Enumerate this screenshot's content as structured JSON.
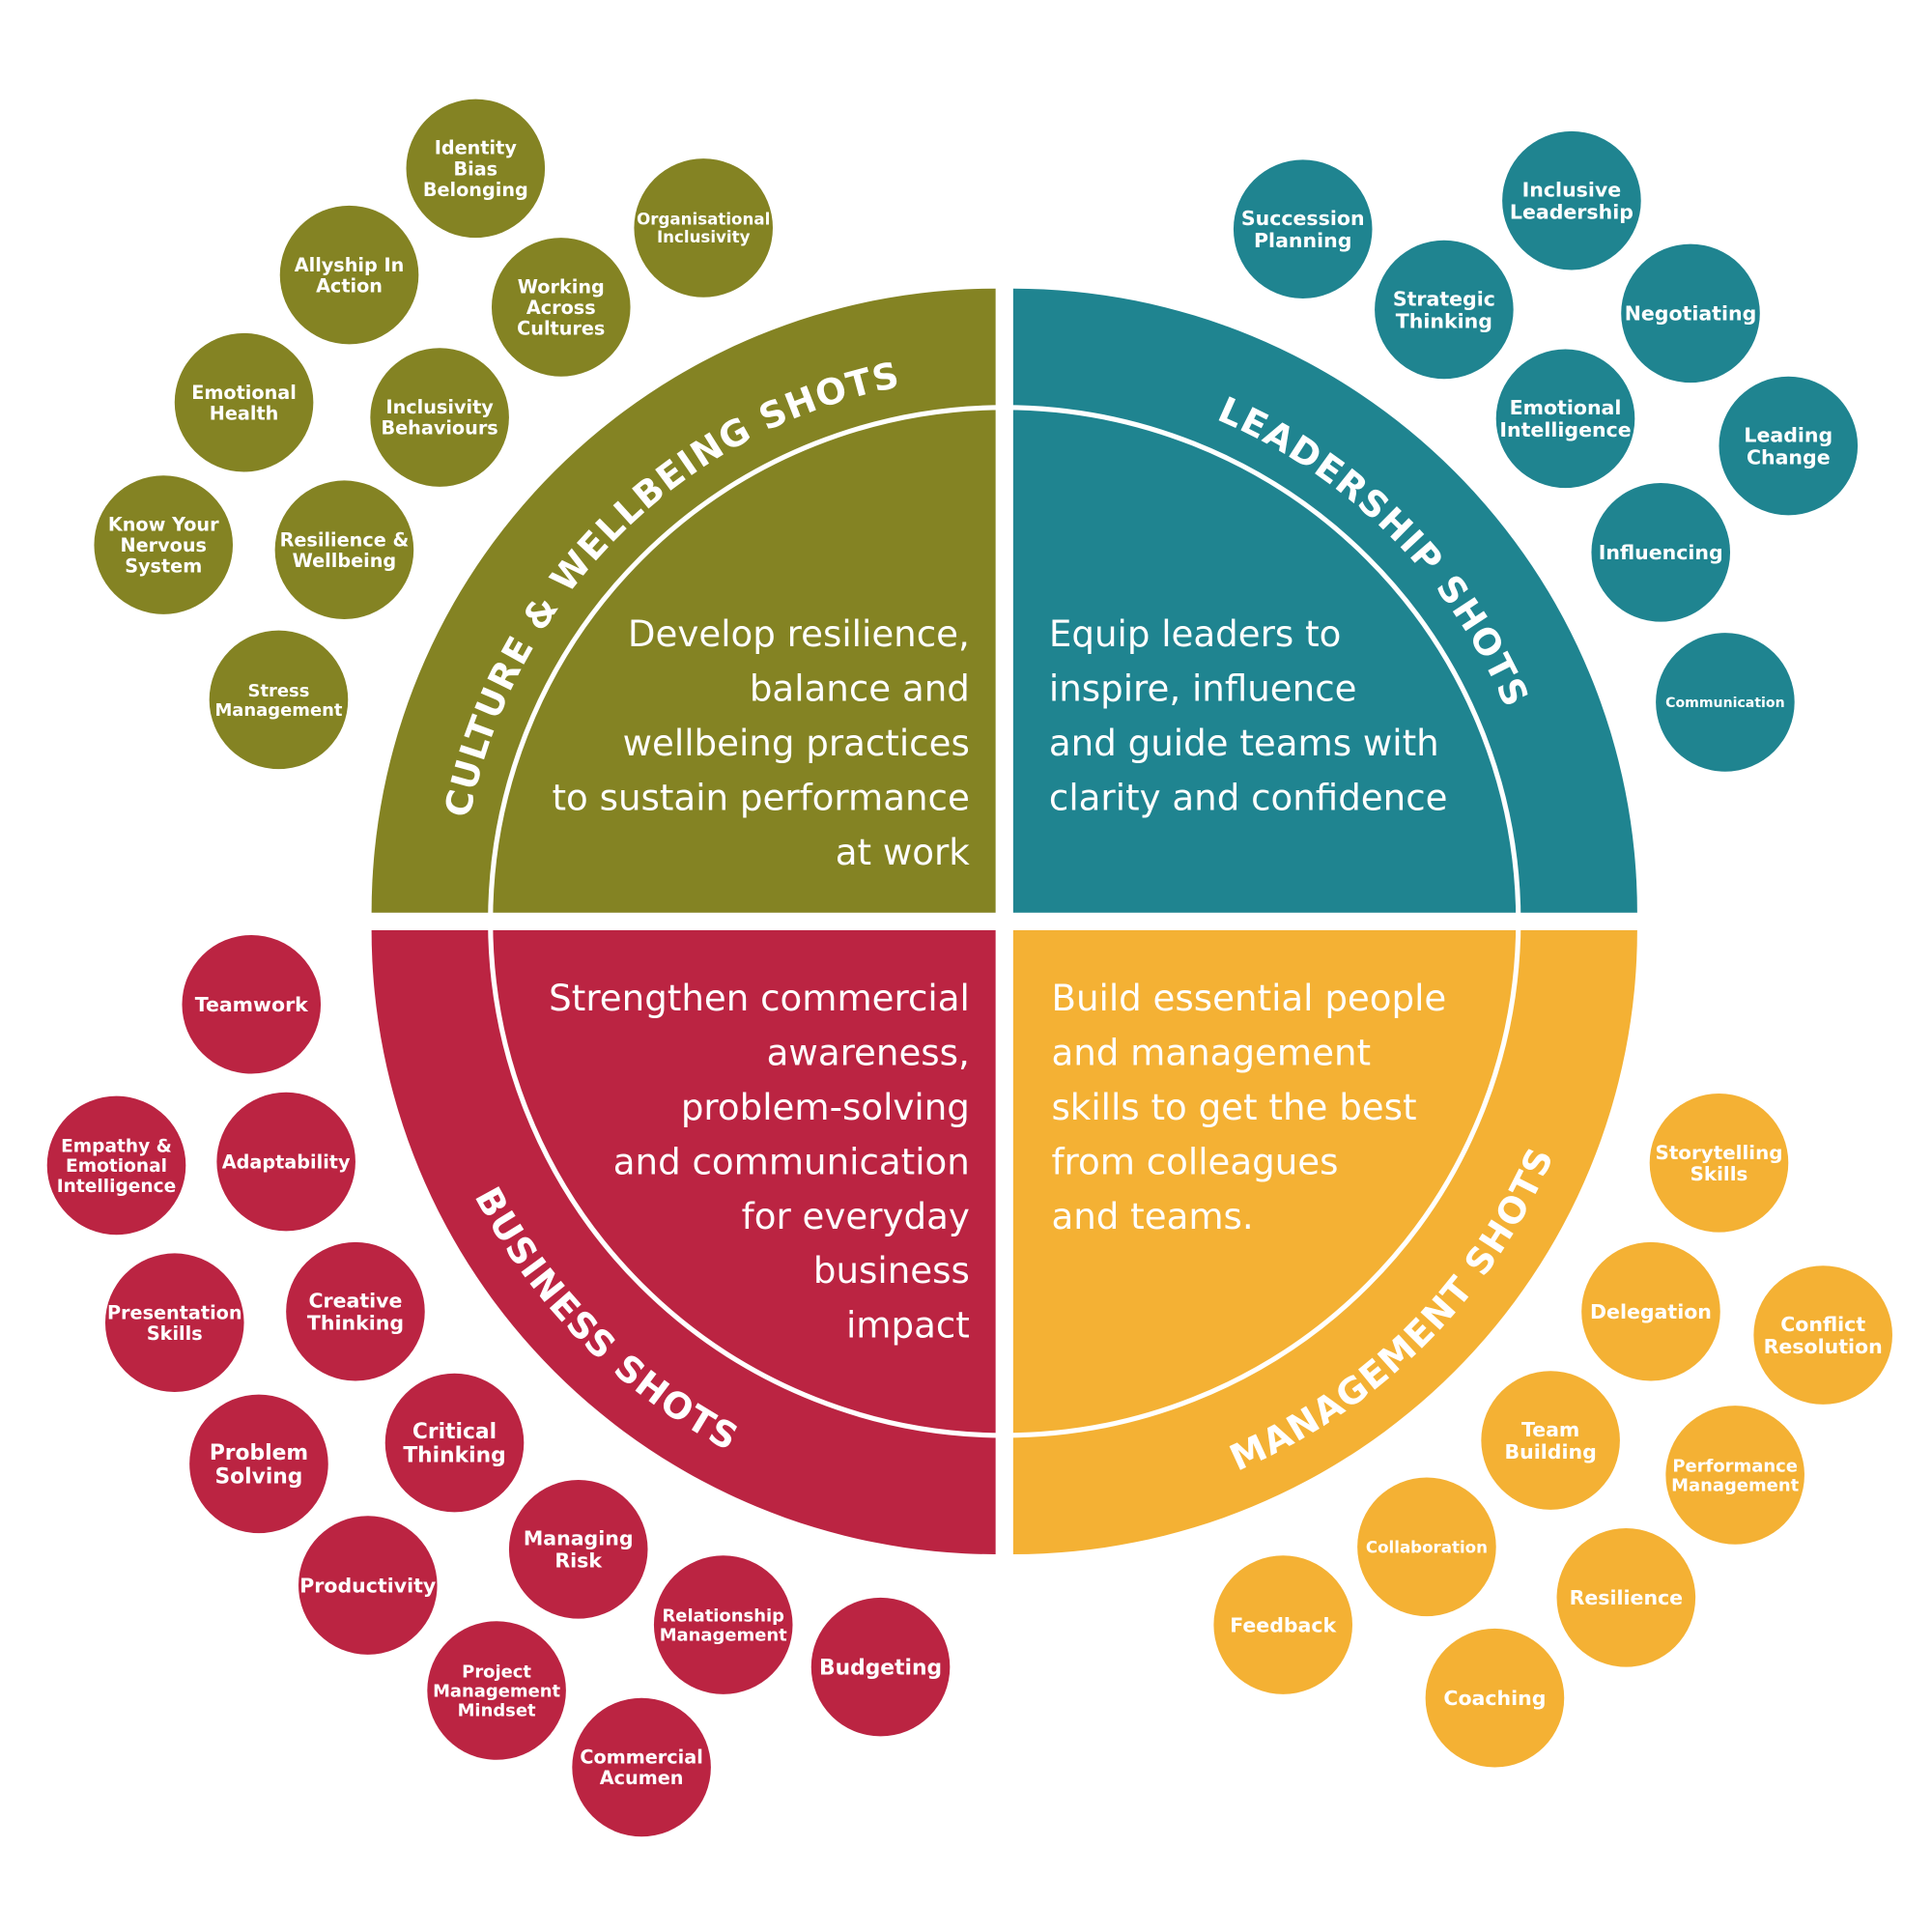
{
  "colors": {
    "culture": "#848323",
    "leadership": "#1f8490",
    "business": "#bb2442",
    "management": "#f4b134"
  },
  "quadrants": {
    "culture": {
      "title": "CULTURE & WELLBEING SHOTS",
      "description": [
        "Develop resilience,",
        "balance and",
        "wellbeing practices",
        "to sustain performance",
        "at work"
      ],
      "topics": [
        [
          "Identity",
          "Bias",
          "Belonging"
        ],
        [
          "Organisational",
          "Inclusivity"
        ],
        [
          "Allyship In",
          "Action"
        ],
        [
          "Working",
          "Across",
          "Cultures"
        ],
        [
          "Emotional",
          "Health"
        ],
        [
          "Inclusivity",
          "Behaviours"
        ],
        [
          "Know Your",
          "Nervous",
          "System"
        ],
        [
          "Resilience &",
          "Wellbeing"
        ],
        [
          "Stress",
          "Management"
        ]
      ]
    },
    "leadership": {
      "title": "LEADERSHIP SHOTS",
      "description": [
        "Equip leaders to",
        "inspire, influence",
        "and guide teams with",
        "clarity and confidence"
      ],
      "topics": [
        [
          "Succession",
          "Planning"
        ],
        [
          "Inclusive",
          "Leadership"
        ],
        [
          "Strategic",
          "Thinking"
        ],
        [
          "Negotiating"
        ],
        [
          "Emotional",
          "Intelligence"
        ],
        [
          "Leading",
          "Change"
        ],
        [
          "Influencing"
        ],
        [
          "Communication"
        ]
      ]
    },
    "business": {
      "title": "BUSINESS SHOTS",
      "description": [
        "Strengthen commercial",
        "awareness,",
        "problem-solving",
        "and communication",
        "for everyday",
        "business",
        "impact"
      ],
      "topics": [
        [
          "Teamwork"
        ],
        [
          "Empathy &",
          "Emotional",
          "Intelligence"
        ],
        [
          "Adaptability"
        ],
        [
          "Presentation",
          "Skills"
        ],
        [
          "Creative",
          "Thinking"
        ],
        [
          "Problem",
          "Solving"
        ],
        [
          "Critical",
          "Thinking"
        ],
        [
          "Productivity"
        ],
        [
          "Managing",
          "Risk"
        ],
        [
          "Relationship",
          "Management"
        ],
        [
          "Budgeting"
        ],
        [
          "Project",
          "Management",
          "Mindset"
        ],
        [
          "Commercial",
          "Acumen"
        ]
      ]
    },
    "management": {
      "title": "MANAGEMENT SHOTS",
      "description": [
        "Build essential people",
        "and management",
        "skills to get the best",
        "from colleagues",
        "and teams."
      ],
      "topics": [
        [
          "Storytelling",
          "Skills"
        ],
        [
          "Delegation"
        ],
        [
          "Conflict",
          "Resolution"
        ],
        [
          "Team",
          "Building"
        ],
        [
          "Performance",
          "Management"
        ],
        [
          "Collaboration"
        ],
        [
          "Feedback"
        ],
        [
          "Resilience"
        ],
        [
          "Coaching"
        ]
      ]
    }
  }
}
